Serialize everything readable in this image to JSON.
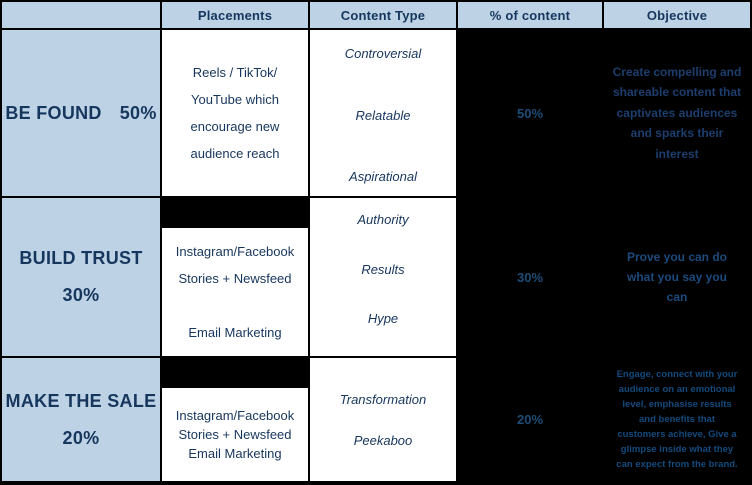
{
  "table": {
    "headers": [
      "",
      "Placements",
      "Content Type",
      "% of content",
      "Objective"
    ],
    "rows": [
      {
        "label": "BE FOUND",
        "percent_label": "50%",
        "placements": "Reels / TikTok/\nYouTube which\nencourage new\naudience reach",
        "content_types": [
          "Controversial",
          "Relatable",
          "Aspirational"
        ],
        "percent_of_content": "50%",
        "objective": "Create compelling and shareable content that captivates audiences and sparks their interest"
      },
      {
        "label": "BUILD TRUST",
        "percent_label": "30%",
        "placements": "Instagram/Facebook\nStories + Newsfeed\n\nEmail Marketing",
        "content_types": [
          "Authority",
          "Results",
          "Hype"
        ],
        "percent_of_content": "30%",
        "objective": "Prove you can do what you say you can"
      },
      {
        "label": "MAKE THE SALE",
        "percent_label": "20%",
        "placements": "Instagram/Facebook\nStories + Newsfeed\nEmail Marketing",
        "content_types": [
          "Transformation",
          "Peekaboo"
        ],
        "percent_of_content": "20%",
        "objective": "Engage, connect with your audience on an emotional level, emphasise results and benefits that customers achieve, Give a glimpse inside what they can expect from the brand."
      }
    ],
    "colors": {
      "header_bg": "#bdd3e5",
      "label_bg": "#bdd3e5",
      "navy_text": "#17365d",
      "black_cell_bg": "#000000",
      "percent_text": "#1d4c77",
      "grid_border": "#000000"
    }
  }
}
